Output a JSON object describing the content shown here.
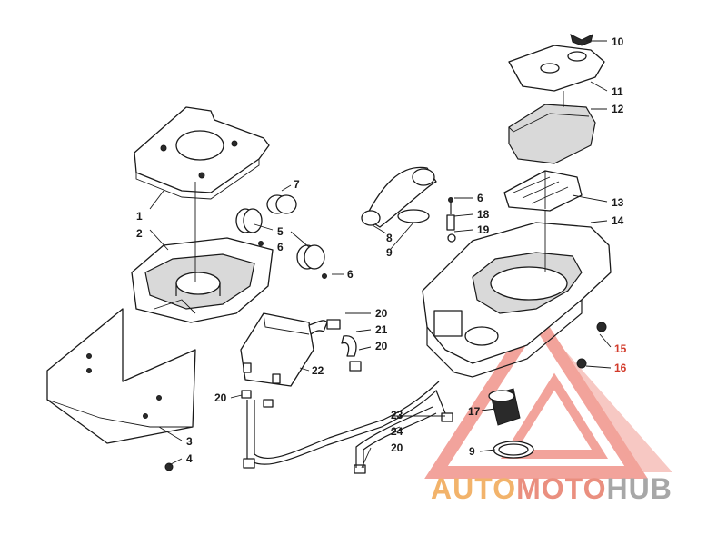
{
  "callouts": [
    {
      "id": "c10",
      "text": "10"
    },
    {
      "id": "c11",
      "text": "11"
    },
    {
      "id": "c12",
      "text": "12"
    },
    {
      "id": "c13",
      "text": "13"
    },
    {
      "id": "c14",
      "text": "14"
    },
    {
      "id": "c6a",
      "text": "6"
    },
    {
      "id": "c18",
      "text": "18"
    },
    {
      "id": "c19",
      "text": "19"
    },
    {
      "id": "c7",
      "text": "7"
    },
    {
      "id": "c1",
      "text": "1"
    },
    {
      "id": "c2",
      "text": "2"
    },
    {
      "id": "c5",
      "text": "5"
    },
    {
      "id": "c6b",
      "text": "6"
    },
    {
      "id": "c8",
      "text": "8"
    },
    {
      "id": "c9a",
      "text": "9"
    },
    {
      "id": "c6c",
      "text": "6"
    },
    {
      "id": "c20a",
      "text": "20"
    },
    {
      "id": "c21",
      "text": "21"
    },
    {
      "id": "c20b",
      "text": "20"
    },
    {
      "id": "c22",
      "text": "22"
    },
    {
      "id": "c15",
      "text": "15"
    },
    {
      "id": "c16",
      "text": "16"
    },
    {
      "id": "c20c",
      "text": "20"
    },
    {
      "id": "c23",
      "text": "23"
    },
    {
      "id": "c24",
      "text": "24"
    },
    {
      "id": "c20d",
      "text": "20"
    },
    {
      "id": "c3",
      "text": "3"
    },
    {
      "id": "c4",
      "text": "4"
    },
    {
      "id": "c17",
      "text": "17"
    },
    {
      "id": "c9b",
      "text": "9"
    }
  ],
  "watermark": {
    "part1": "AUTO",
    "part2": "MOTO",
    "part3": "HUB",
    "colors": {
      "triangle": "#e8584a",
      "auto": "#f2b36b",
      "moto": "#ea8f7f",
      "hub": "#a7a7a7"
    }
  }
}
